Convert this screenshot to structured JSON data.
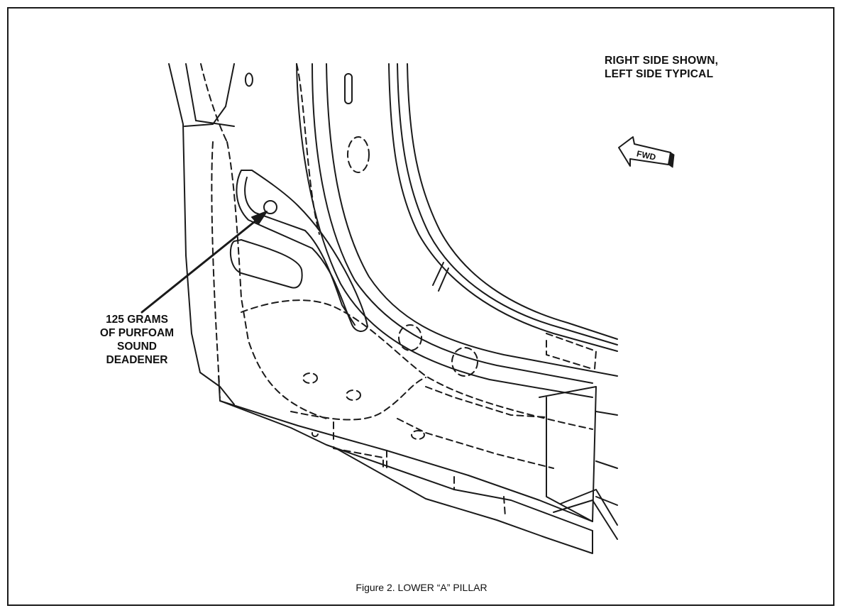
{
  "notes": {
    "line1": "RIGHT SIDE SHOWN,",
    "line2": "LEFT SIDE TYPICAL"
  },
  "direction_arrow": {
    "label": "FWD",
    "icon": "forward-arrow-icon"
  },
  "callout": {
    "lines": [
      "125 GRAMS",
      "OF PURFOAM",
      "SOUND",
      "DEADENER"
    ]
  },
  "caption": "Figure 2.  LOWER “A” PILLAR",
  "colors": {
    "line": "#1a1a1a",
    "background": "#ffffff"
  }
}
